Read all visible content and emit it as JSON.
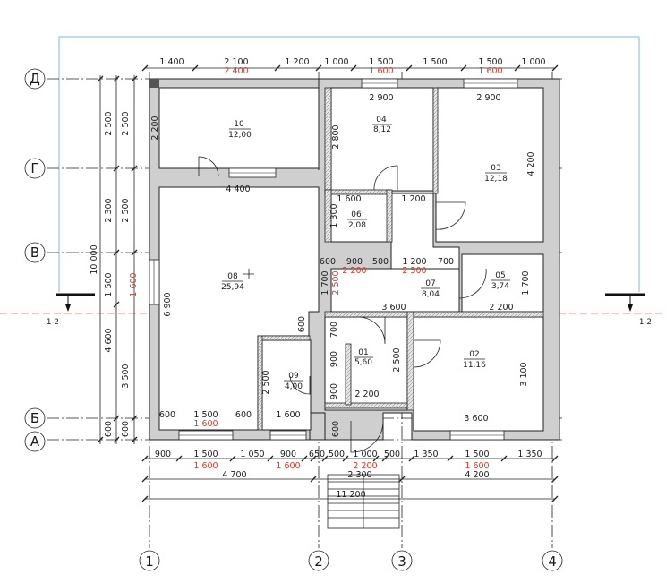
{
  "axes_letters": [
    "Д",
    "Г",
    "В",
    "Б",
    "А"
  ],
  "axes_numbers": [
    "1",
    "2",
    "3",
    "4"
  ],
  "section_mark": "1-2",
  "top_dims_black": [
    "1 400",
    "2 100",
    "1 200",
    "1 000",
    "1 500",
    "1 500",
    "1 500",
    "1 000"
  ],
  "top_dims_red": [
    "2 400",
    "1 600",
    "1 600"
  ],
  "bottom_dims_black": [
    "900",
    "1 500",
    "1 050",
    "900",
    "650",
    "500",
    "1 000",
    "500",
    "1 350",
    "1 500",
    "1 350"
  ],
  "bottom_dims_red": [
    "1 600",
    "1 600",
    "2 200",
    "1 600"
  ],
  "bottom_totals": [
    "4 700",
    "2 300",
    "4 200",
    "11 200"
  ],
  "left_dims": [
    "2 500",
    "2 300",
    "1 500",
    "4 600",
    "600",
    "10 000"
  ],
  "left_dims_inner": [
    "2 500",
    "2 500",
    "3 500",
    "600"
  ],
  "left_dims_red": [
    "1 600"
  ],
  "rooms": [
    {
      "num": "10",
      "area": "12,00"
    },
    {
      "num": "04",
      "area": "8,12"
    },
    {
      "num": "03",
      "area": "12,18"
    },
    {
      "num": "06",
      "area": "2,08"
    },
    {
      "num": "08",
      "area": "25,94"
    },
    {
      "num": "07",
      "area": "8,04"
    },
    {
      "num": "05",
      "area": "3,74"
    },
    {
      "num": "01",
      "area": "5,60"
    },
    {
      "num": "02",
      "area": "11,16"
    },
    {
      "num": "09",
      "area": "4,00"
    }
  ],
  "inner_dims": {
    "d10_v": "2 200",
    "d_4400": "4 400",
    "d_2900a": "2 900",
    "d_2900b": "2 900",
    "d_2800": "2 800",
    "d_4200": "4 200",
    "d_1600": "1 600",
    "d_1200": "1 200",
    "d_1300": "1 300",
    "d_600a": "600",
    "d_900": "900",
    "d_500": "500",
    "d_1200b": "1 200",
    "d_700": "700",
    "d_2200r": "2 200",
    "d_2500r": "2 500",
    "d_1700l": "1 700",
    "d_2500rv": "2 500",
    "d_1700r": "1 700",
    "d_6900": "6 900",
    "d_3600": "3 600",
    "d_2200": "2 200",
    "d_600b": "600",
    "d_700v": "700",
    "d_900v": "900",
    "d_2500c": "2 500",
    "d_900v2": "900",
    "d_2200c": "2 200",
    "d_3100": "3 100",
    "d_2500d": "2 500",
    "d_600c": "600",
    "d_1500": "1 500",
    "d_600d": "600",
    "d_1600b": "1 600",
    "d_600e": "600",
    "d_3600b": "3 600",
    "d_1600r1": "1 600"
  },
  "colors": {
    "line": "#222222",
    "red": "#d23b2a",
    "hatch": "#cfcfcf",
    "cut": "#7fb8d8",
    "section": "#e07050"
  }
}
